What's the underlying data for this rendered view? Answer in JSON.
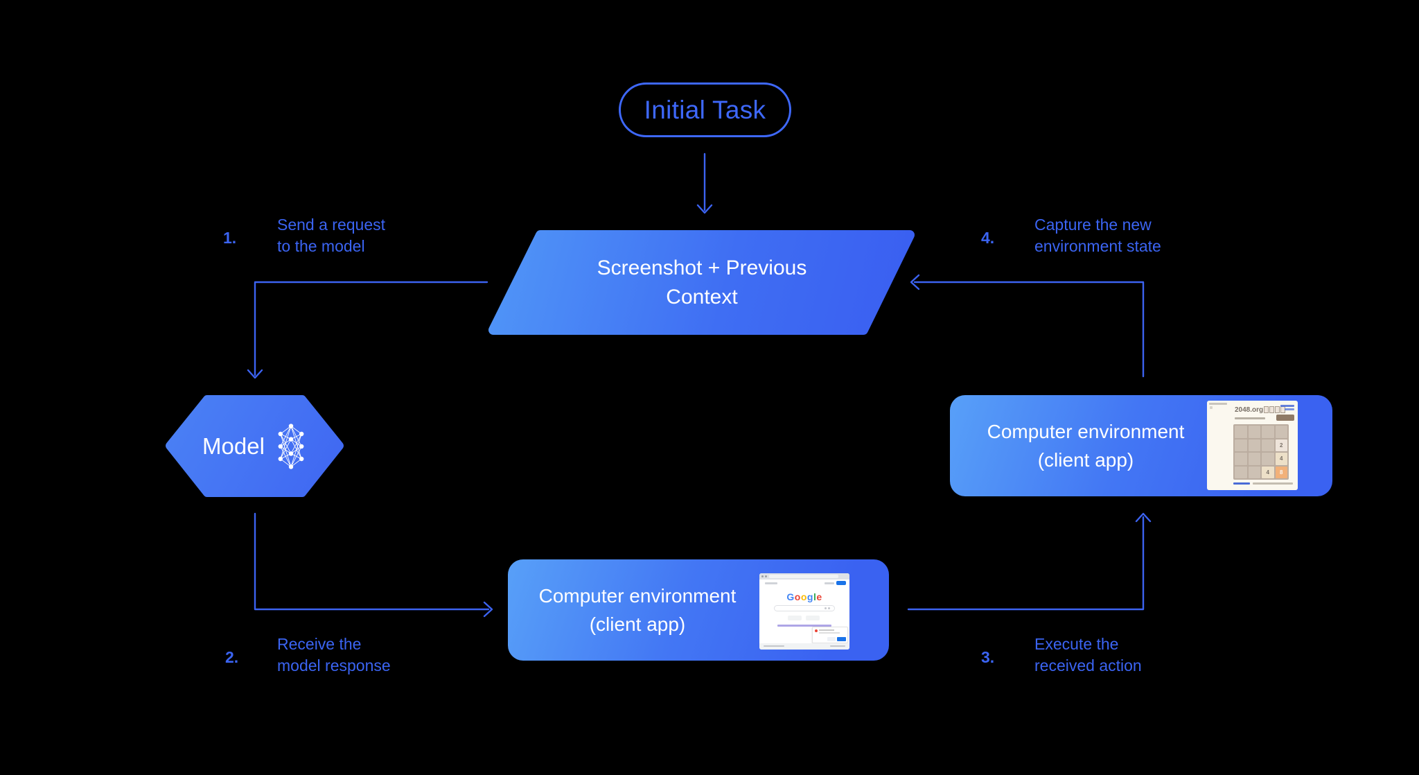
{
  "diagram": {
    "background": "#000000",
    "accent_blue": "#3c63f1",
    "initial_task": {
      "label": "Initial Task"
    },
    "screenshot_context": {
      "line1": "Screenshot + Previous",
      "line2": "Context"
    },
    "model": {
      "label": "Model"
    },
    "env_right": {
      "line1": "Computer environment",
      "line2": "(client app)"
    },
    "env_bottom": {
      "line1": "Computer environment",
      "line2": "(client app)"
    },
    "steps": [
      {
        "num": "1.",
        "line1": "Send a request",
        "line2": "to the model"
      },
      {
        "num": "2.",
        "line1": "Receive the",
        "line2": "model response"
      },
      {
        "num": "3.",
        "line1": "Execute the",
        "line2": "received action"
      },
      {
        "num": "4.",
        "line1": "Capture the new",
        "line2": "environment state"
      }
    ]
  },
  "thumbnails": {
    "game2048": {
      "title": "2048.org",
      "title_color": "#776e65",
      "page_bg": "#fbf8ef",
      "board_bg": "#bbada0",
      "cell_bg": "#cdc1b4",
      "link_color": "#4a6bd6",
      "new_game_button_bg": "#8f7a66",
      "grid": [
        [
          "",
          "",
          "",
          ""
        ],
        [
          "",
          "",
          "",
          "2"
        ],
        [
          "",
          "",
          "",
          "4"
        ],
        [
          "",
          "",
          "4",
          "8"
        ]
      ],
      "tile_colors": {
        "2": {
          "bg": "#eee4da",
          "fg": "#776e65"
        },
        "4": {
          "bg": "#ede0c8",
          "fg": "#776e65"
        },
        "8": {
          "bg": "#f2b179",
          "fg": "#f9f6f2"
        }
      }
    },
    "google": {
      "letters": [
        {
          "ch": "G",
          "color": "#4285F4"
        },
        {
          "ch": "o",
          "color": "#EA4335"
        },
        {
          "ch": "o",
          "color": "#FBBC05"
        },
        {
          "ch": "g",
          "color": "#4285F4"
        },
        {
          "ch": "l",
          "color": "#34A853"
        },
        {
          "ch": "e",
          "color": "#EA4335"
        }
      ],
      "signin_button_color": "#1a73e8",
      "chrome_bar_color": "#dee1e6"
    }
  }
}
